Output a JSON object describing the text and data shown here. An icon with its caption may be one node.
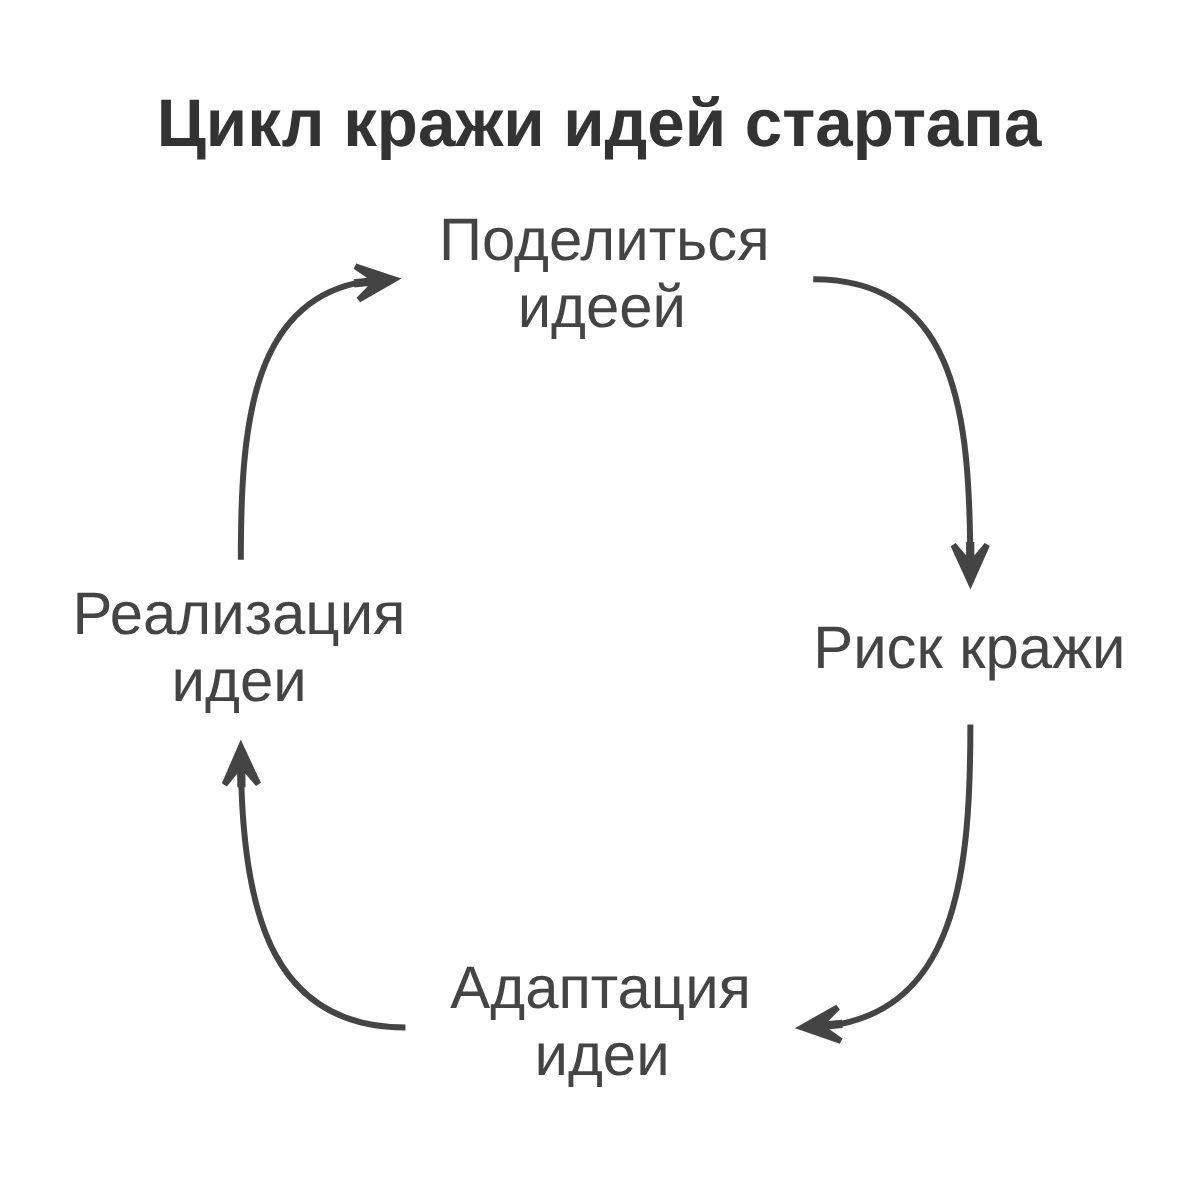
{
  "diagram": {
    "title": "Цикл кражи идей стартапа",
    "nodes": [
      {
        "text": [
          "Поделиться идеей"
        ]
      },
      {
        "text": [
          "Риск кражи"
        ]
      },
      {
        "text": [
          "Адаптация идеи"
        ]
      },
      {
        "text": [
          "Реализация идеи"
        ]
      }
    ],
    "edges": [
      {
        "from": 0,
        "to": 1,
        "arrow": "to"
      },
      {
        "from": 1,
        "to": 2,
        "arrow": "to"
      },
      {
        "from": 2,
        "to": 3,
        "arrow": "to"
      },
      {
        "from": 3,
        "to": 0,
        "arrow": "to"
      }
    ]
  }
}
